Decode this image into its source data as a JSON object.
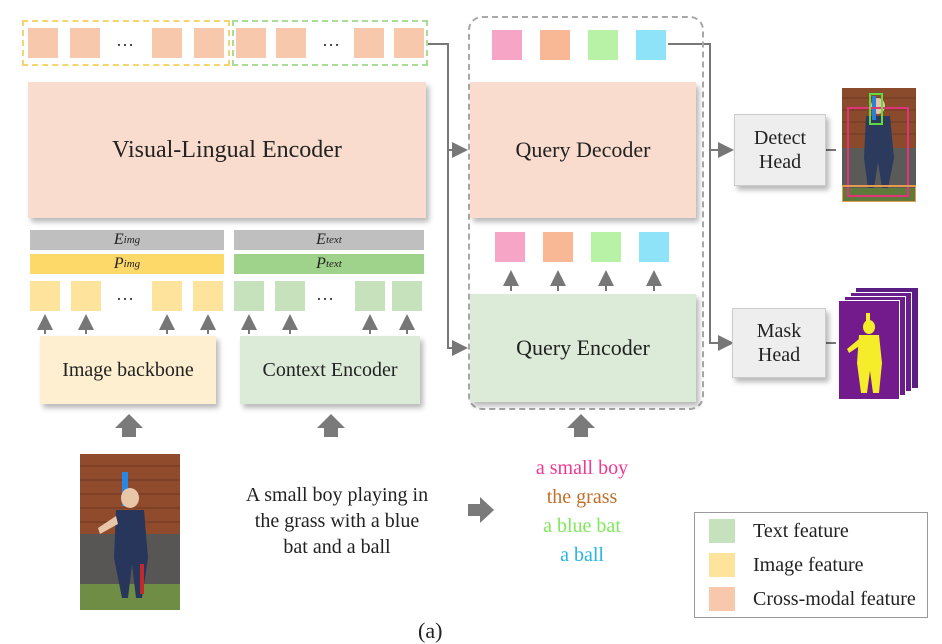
{
  "colors": {
    "image_feature": "#fde39b",
    "text_feature": "#c6e2bd",
    "cross_modal": "#f8c8ad",
    "encoder_fill": "#f9dccd",
    "backbone_fill": "#fdefcf",
    "context_fill": "#dcebd8",
    "query_encoder_fill": "#dcebd8",
    "head_fill": "#eeeeee",
    "gray_bar": "#bfbfbf",
    "query_pink": "#f7a5c6",
    "query_orange": "#f8b896",
    "query_green": "#b8f2a6",
    "query_cyan": "#8ee3f8"
  },
  "top_row": {
    "dots_left": "…",
    "dots_right": "…"
  },
  "visual_lingual_encoder": "Visual-Lingual Encoder",
  "query_decoder": "Query Decoder",
  "query_encoder": "Query Encoder",
  "detect_head": {
    "line1": "Detect",
    "line2": "Head"
  },
  "mask_head": {
    "line1": "Mask",
    "line2": "Head"
  },
  "image_branch": {
    "embed_label": "E",
    "embed_sub": "img",
    "pos_label": "P",
    "pos_sub": "img",
    "dots": "…",
    "backbone": "Image backbone"
  },
  "text_branch": {
    "embed_label": "E",
    "embed_sub": "text",
    "pos_label": "P",
    "pos_sub": "text",
    "dots": "…",
    "encoder": "Context Encoder"
  },
  "caption": {
    "line1": "A small boy playing in",
    "line2": "the grass with a blue",
    "line3": "bat and a ball"
  },
  "phrases": [
    {
      "text": "a small boy",
      "color": "#f0388f"
    },
    {
      "text": "the grass",
      "color": "#c0702a"
    },
    {
      "text": "a blue bat",
      "color": "#7ee85a"
    },
    {
      "text": "a ball",
      "color": "#27b3e6"
    }
  ],
  "legend": [
    {
      "label": "Text feature",
      "color": "#c6e2bd"
    },
    {
      "label": "Image feature",
      "color": "#fde39b"
    },
    {
      "label": "Cross-modal feature",
      "color": "#f8c8ad"
    }
  ],
  "figure_label": "(a)"
}
